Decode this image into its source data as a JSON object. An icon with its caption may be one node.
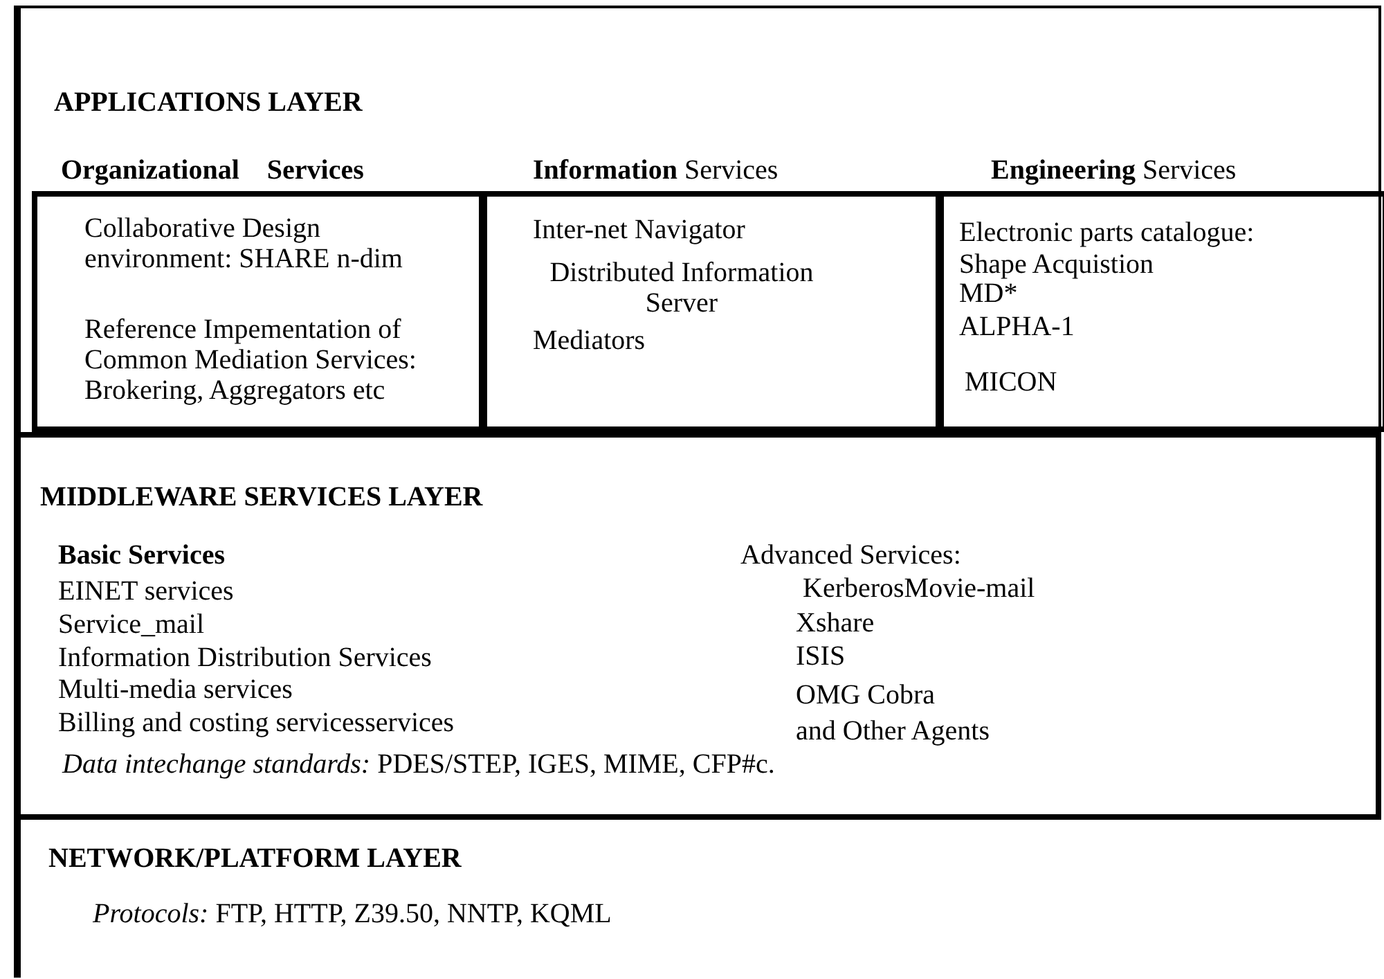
{
  "diagram": {
    "nodes": [
      {
        "text": [
          "APPLICATIONS LAYER"
        ]
      },
      {
        "text": [
          "Organizational    Services",
          "Collaborative Design environment: SHARE n-dim",
          "Reference Impementation of Common Mediation Services: Brokering, Aggregators etc"
        ],
        "in": 0
      },
      {
        "text": [
          "**Information** Services",
          "Inter-net Navigator",
          "Distributed Information Server",
          "Mediators"
        ],
        "in": 0
      },
      {
        "text": [
          "**Engineering** Services",
          "Electronic parts catalogue:",
          "Shape Acquistion",
          "MD*",
          "ALPHA-1",
          "MICON"
        ],
        "in": 0
      },
      {
        "text": [
          "MIDDLEWARE SERVICES LAYER",
          "Basic Services",
          "EINET services",
          "Service_mail",
          "Information Distribution Services",
          "Multi-media services",
          "Billing and costing servicesservices",
          "Advanced Services:",
          "KerberosMovie-mail",
          "Xshare",
          "ISIS",
          "OMG Cobra",
          "and  Other Agents",
          "*Data intechange standards:* PDES/STEP, IGES, MIME, CFP#c."
        ]
      },
      {
        "text": [
          "NETWORK/PLATFORM LAYER",
          "*Protocols:* FTP, HTTP, Z39.50, NNTP, KQML"
        ]
      }
    ]
  }
}
